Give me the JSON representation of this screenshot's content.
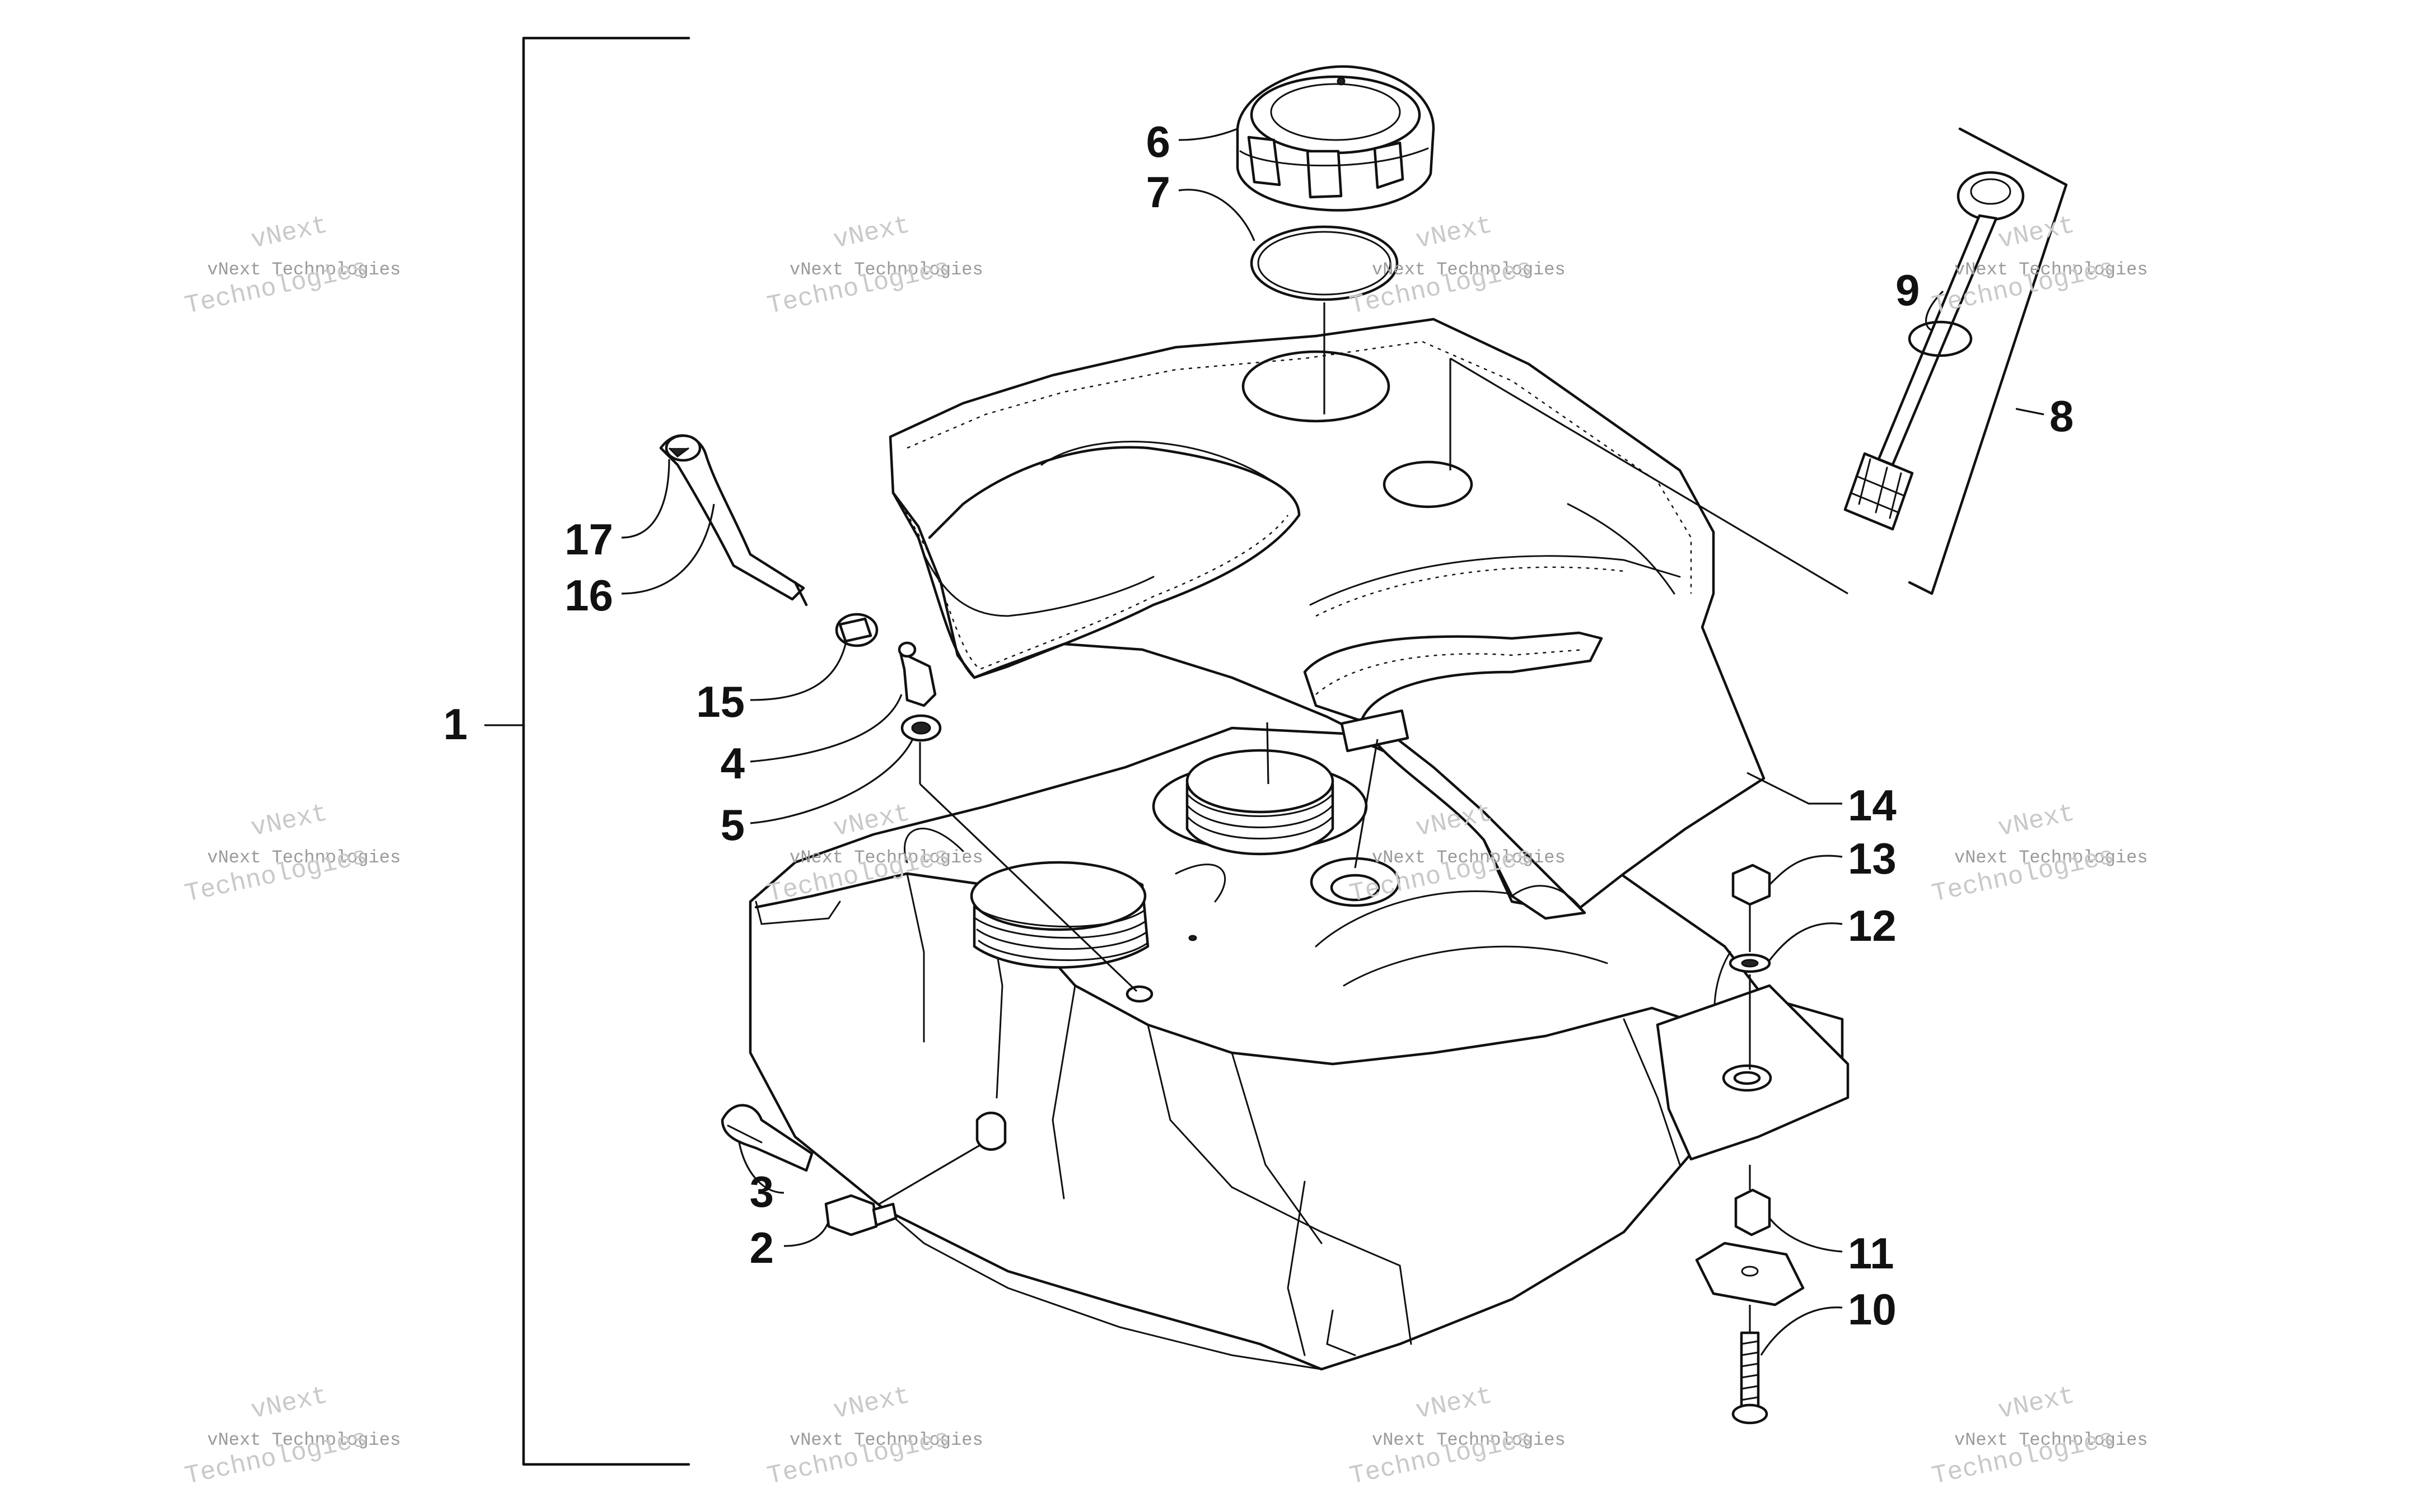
{
  "watermark": {
    "small_text": "vNext Technologies",
    "big_line1": "vNext",
    "big_line2": "Technologies"
  },
  "labels": {
    "l1": "1",
    "l2": "2",
    "l3": "3",
    "l4": "4",
    "l5": "5",
    "l6": "6",
    "l7": "7",
    "l8": "8",
    "l9": "9",
    "l10": "10",
    "l11": "11",
    "l12": "12",
    "l13": "13",
    "l14": "14",
    "l15": "15",
    "l16": "16",
    "l17": "17"
  }
}
